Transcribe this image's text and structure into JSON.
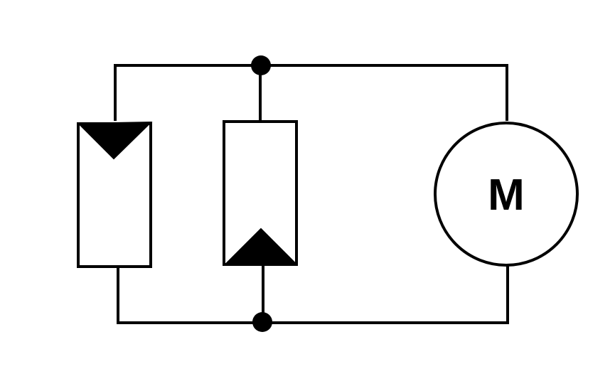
{
  "diagram": {
    "type": "circuit",
    "components": [
      {
        "id": "solar-cell-left",
        "kind": "solar cell"
      },
      {
        "id": "solar-cell-middle",
        "kind": "solar cell"
      },
      {
        "id": "motor",
        "kind": "motor",
        "label": "M"
      }
    ],
    "connection": "parallel",
    "colors": {
      "stroke": "#000000",
      "fill": "#ffffff"
    }
  }
}
